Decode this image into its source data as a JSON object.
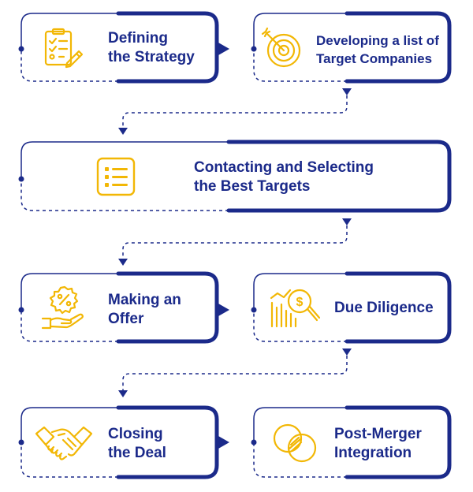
{
  "colors": {
    "primary": "#1b2a8a",
    "accent": "#f2b705"
  },
  "steps": [
    {
      "id": "strategy",
      "icon": "checklist-pencil-icon",
      "line1": "Defining",
      "line2": "the Strategy"
    },
    {
      "id": "targets-list",
      "icon": "target-dart-icon",
      "line1": "Developing a list of",
      "line2": "Target Companies"
    },
    {
      "id": "contacting",
      "icon": "list-icon",
      "line1": "Contacting and  Selecting",
      "line2": "the  Best Targets"
    },
    {
      "id": "offer",
      "icon": "percent-hand-icon",
      "line1": "Making an",
      "line2": "Offer"
    },
    {
      "id": "diligence",
      "icon": "chart-magnifier-dollar-icon",
      "line1": "Due Diligence",
      "line2": ""
    },
    {
      "id": "closing",
      "icon": "handshake-icon",
      "line1": "Closing",
      "line2": "the Deal"
    },
    {
      "id": "integration",
      "icon": "overlapping-circles-icon",
      "line1": "Post-Merger",
      "line2": "Integration"
    }
  ]
}
